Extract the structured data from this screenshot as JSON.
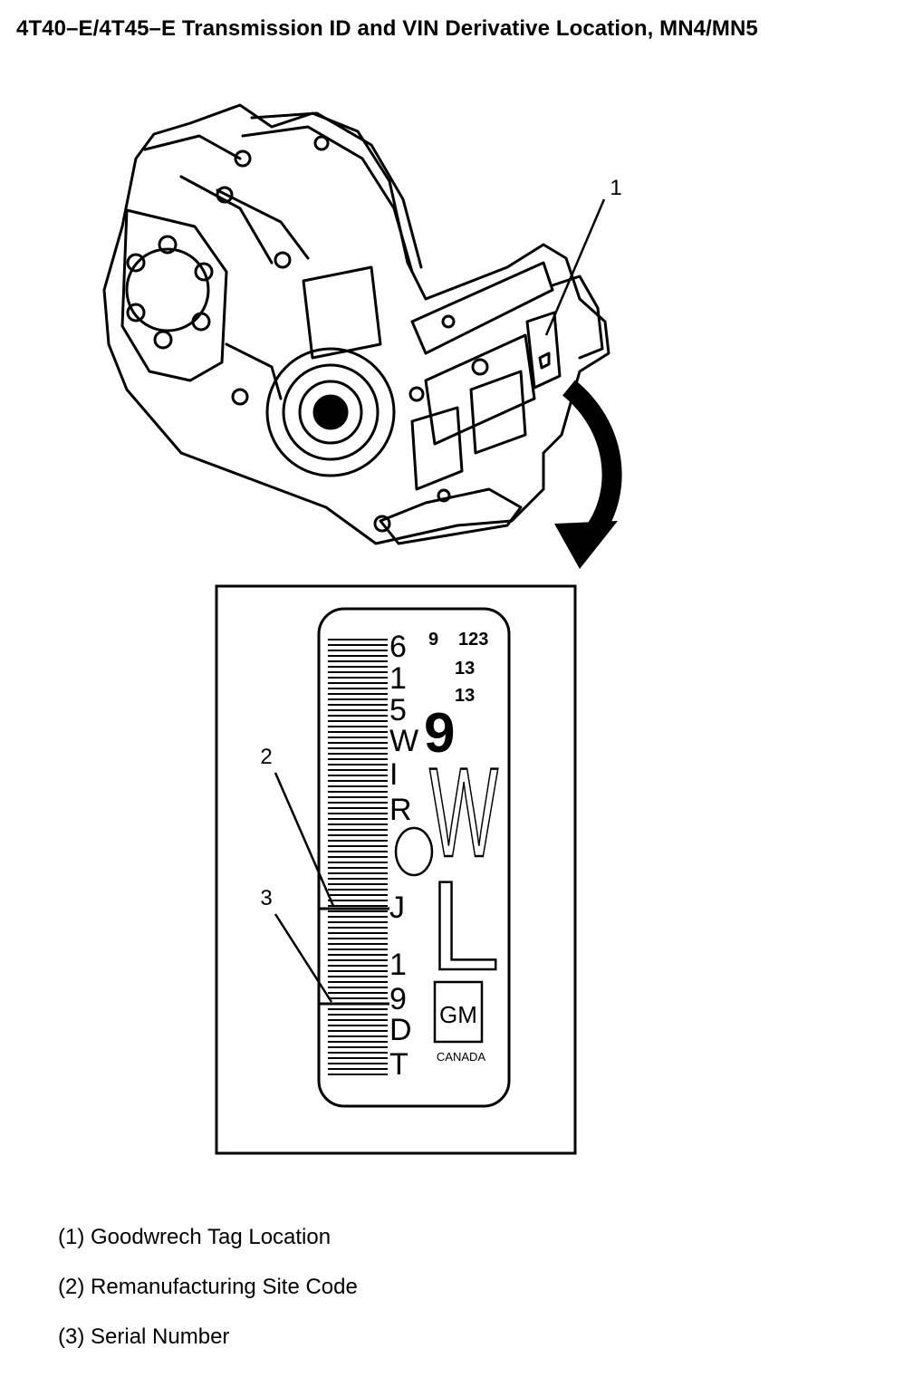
{
  "title": "4T40–E/4T45–E Transmission ID and VIN Derivative Location, MN4/MN5",
  "callouts": {
    "c1": "1",
    "c2": "2",
    "c3": "3"
  },
  "tag": {
    "chars": [
      "6",
      "1",
      "5",
      "W",
      "I",
      "R",
      "J",
      "1",
      "9",
      "D",
      "T"
    ],
    "small": [
      "9",
      "123",
      "13",
      "13"
    ],
    "big_digit": "9",
    "big_letters": [
      "W",
      "L"
    ],
    "logo": "GM",
    "logo_sub": "CANADA"
  },
  "legend": [
    {
      "num": "(1)",
      "text": "Goodwrech Tag Location"
    },
    {
      "num": "(2)",
      "text": "Remanufacturing Site Code"
    },
    {
      "num": "(3)",
      "text": "Serial Number"
    }
  ]
}
